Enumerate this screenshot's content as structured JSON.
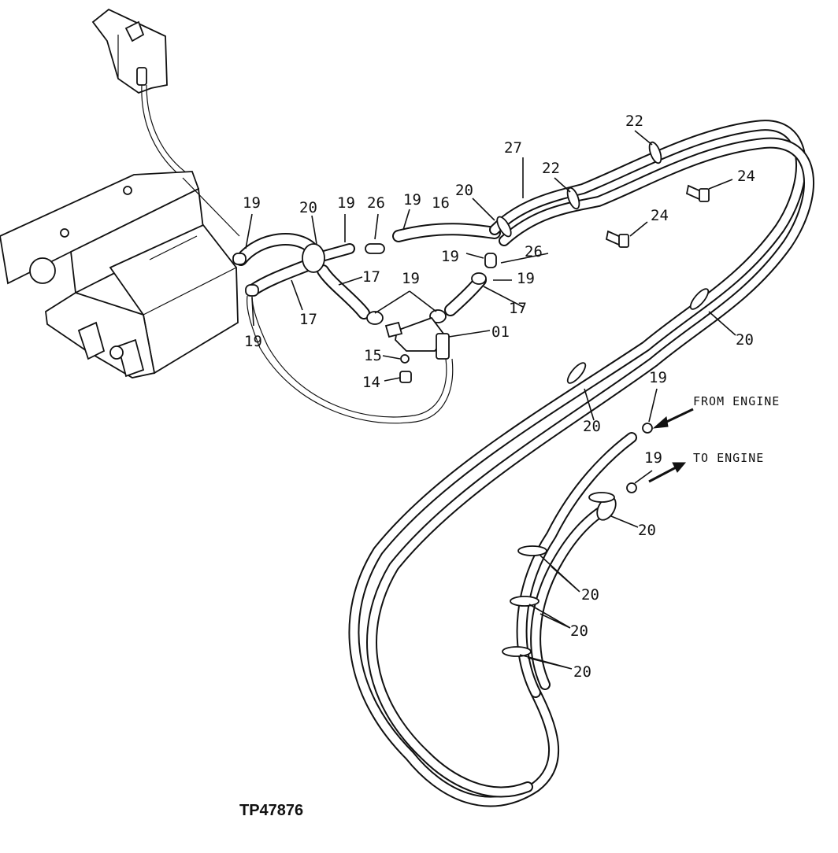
{
  "figure_id": "TP47876",
  "directions": {
    "from_engine": "FROM ENGINE",
    "to_engine": "TO ENGINE"
  },
  "callouts": {
    "c19_a": "19",
    "c19_b": "19",
    "c19_c": "19",
    "c19_d": "19",
    "c19_e": "19",
    "c19_f": "19",
    "c19_g": "19",
    "c19_h": "19",
    "c19_i": "19",
    "c20_a": "20",
    "c20_b": "20",
    "c20_c": "20",
    "c20_d": "20",
    "c20_e": "20",
    "c20_f": "20",
    "c20_g": "20",
    "c20_h": "20",
    "c26_a": "26",
    "c26_b": "26",
    "c16": "16",
    "c27": "27",
    "c22_a": "22",
    "c22_b": "22",
    "c24_a": "24",
    "c24_b": "24",
    "c17_a": "17",
    "c17_b": "17",
    "c17_c": "17",
    "c01": "01",
    "c15": "15",
    "c14": "14"
  }
}
